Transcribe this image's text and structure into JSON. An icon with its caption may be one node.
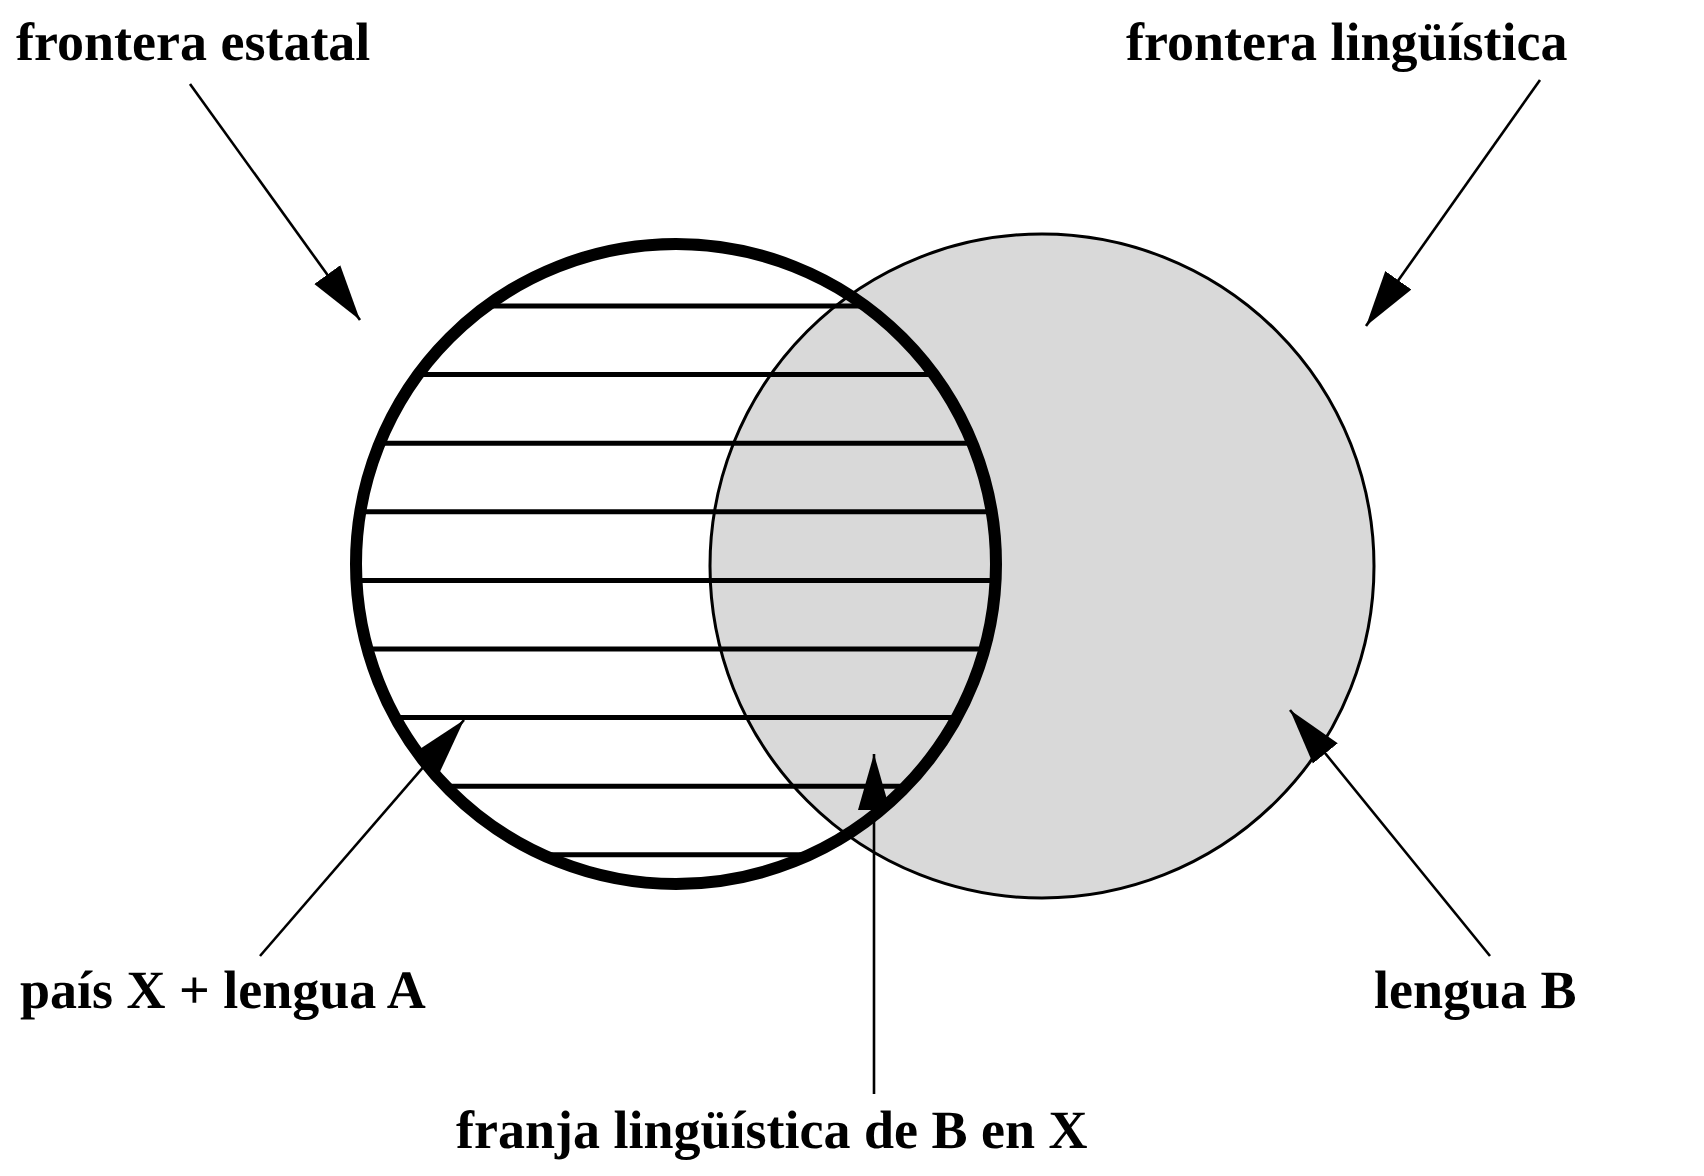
{
  "diagram": {
    "nodes": [
      {
        "text": [
          "frontera estatal"
        ]
      },
      {
        "text": [
          "frontera lingüística"
        ]
      },
      {
        "text": [],
        "shape": "circle"
      },
      {
        "text": [],
        "shape": "circle"
      },
      {
        "text": [
          "país X + lengua A"
        ]
      },
      {
        "text": [
          "lengua B"
        ]
      },
      {
        "text": [
          "franja lingüística de B en X"
        ]
      }
    ],
    "edges": [
      {
        "from": 0,
        "to": 2,
        "arrow": "to"
      },
      {
        "from": 1,
        "to": 3,
        "arrow": "to"
      },
      {
        "from": 4,
        "to": 2,
        "arrow": "to"
      },
      {
        "from": 5,
        "to": 3,
        "arrow": "to"
      },
      {
        "from": 6,
        "to": 2,
        "arrow": "to"
      }
    ]
  }
}
